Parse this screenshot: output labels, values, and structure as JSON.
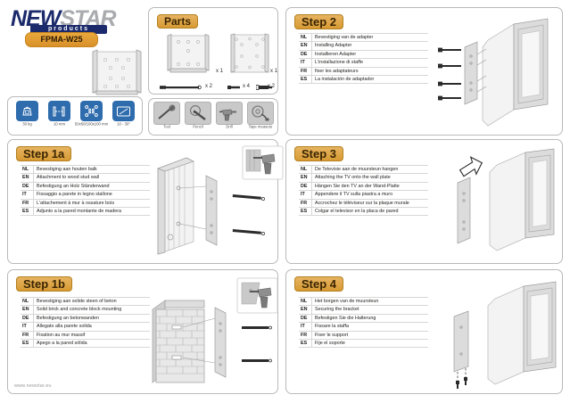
{
  "brand": {
    "logo_new": "NEW",
    "logo_star": "STAR",
    "logo_tagline": "products",
    "model": "FPMA-W25",
    "website": "www.newstar.eu"
  },
  "specs": [
    {
      "icon": "weight-icon",
      "label": "30 kg"
    },
    {
      "icon": "thickness-icon",
      "label": "10 mm"
    },
    {
      "icon": "vesa-pattern-icon",
      "label": "50x50/100x100 mm"
    },
    {
      "icon": "screen-size-icon",
      "label": "10 - 30\""
    }
  ],
  "parts": {
    "title": "Parts",
    "plates": [
      {
        "name": "wall-plate",
        "qty": "x 1"
      },
      {
        "name": "adapter-plate",
        "qty": "x 1"
      }
    ],
    "fasteners": [
      {
        "name": "long-bolt",
        "qty": "x 2"
      },
      {
        "name": "short-screw",
        "qty": "x 4"
      },
      {
        "name": "wall-plug-screw",
        "qty": "x 2"
      }
    ]
  },
  "tools": [
    {
      "icon": "screwdriver-icon",
      "label": "Tool"
    },
    {
      "icon": "pencil-icon",
      "label": "Pencil"
    },
    {
      "icon": "drill-icon",
      "label": "Drill"
    },
    {
      "icon": "tape-measure-icon",
      "label": "Tape measure"
    }
  ],
  "steps": {
    "step1a": {
      "title": "Step 1a",
      "rows": [
        {
          "code": "NL",
          "text": "Bevestiging aan houten balk"
        },
        {
          "code": "EN",
          "text": "Attachment to wood stud wall"
        },
        {
          "code": "DE",
          "text": "Befestigung an Holz Ständerwand"
        },
        {
          "code": "IT",
          "text": "Fissaggio a parete in legno stallone"
        },
        {
          "code": "FR",
          "text": "L'attachement à mur à ossature bois"
        },
        {
          "code": "ES",
          "text": "Adjunto a la pared montante de madera"
        }
      ]
    },
    "step1b": {
      "title": "Step 1b",
      "rows": [
        {
          "code": "NL",
          "text": "Bevestiging aan solide steen of beton"
        },
        {
          "code": "EN",
          "text": "Solid brick and concrete block mounting"
        },
        {
          "code": "DE",
          "text": "Befestigung an betonwanden"
        },
        {
          "code": "IT",
          "text": "Allegato alla parete solida"
        },
        {
          "code": "FR",
          "text": "Fixation au mur massif"
        },
        {
          "code": "ES",
          "text": "Apego a la pared sólida"
        }
      ]
    },
    "step2": {
      "title": "Step 2",
      "rows": [
        {
          "code": "NL",
          "text": "Bevestiging van de adapter"
        },
        {
          "code": "EN",
          "text": "Installing Adapter"
        },
        {
          "code": "DE",
          "text": "Installieren Adapter"
        },
        {
          "code": "IT",
          "text": "L'installazione di staffe"
        },
        {
          "code": "FR",
          "text": "fixer les adaptateurs"
        },
        {
          "code": "ES",
          "text": "La instalación de adaptador"
        }
      ]
    },
    "step3": {
      "title": "Step 3",
      "rows": [
        {
          "code": "NL",
          "text": "De Televisie aan de muursteun hangen"
        },
        {
          "code": "EN",
          "text": "Attaching the TV onto the wall plate"
        },
        {
          "code": "DE",
          "text": "Hängen Sie den TV an der Wand-Platte"
        },
        {
          "code": "IT",
          "text": "Appendere il TV sulla piastra a muro"
        },
        {
          "code": "FR",
          "text": "Accrochez le téléviseur sur la plaque murale"
        },
        {
          "code": "ES",
          "text": "Colgar el televisor en la placa de pared"
        }
      ]
    },
    "step4": {
      "title": "Step 4",
      "rows": [
        {
          "code": "NL",
          "text": "Het borgen van de muursteun"
        },
        {
          "code": "EN",
          "text": "Securing the bracket"
        },
        {
          "code": "DE",
          "text": "Befestigen Sie die Halterung"
        },
        {
          "code": "IT",
          "text": "Fissare la staffa"
        },
        {
          "code": "FR",
          "text": "Fixer le support"
        },
        {
          "code": "ES",
          "text": "Fije el soporte"
        }
      ]
    }
  },
  "colors": {
    "brand_navy": "#1b2a6b",
    "brand_orange": "#d9912a",
    "step_badge": "#d79a33",
    "spec_blue": "#2f6cae",
    "tool_gray": "#c9c9c9",
    "panel_border": "#b9b9b9"
  }
}
